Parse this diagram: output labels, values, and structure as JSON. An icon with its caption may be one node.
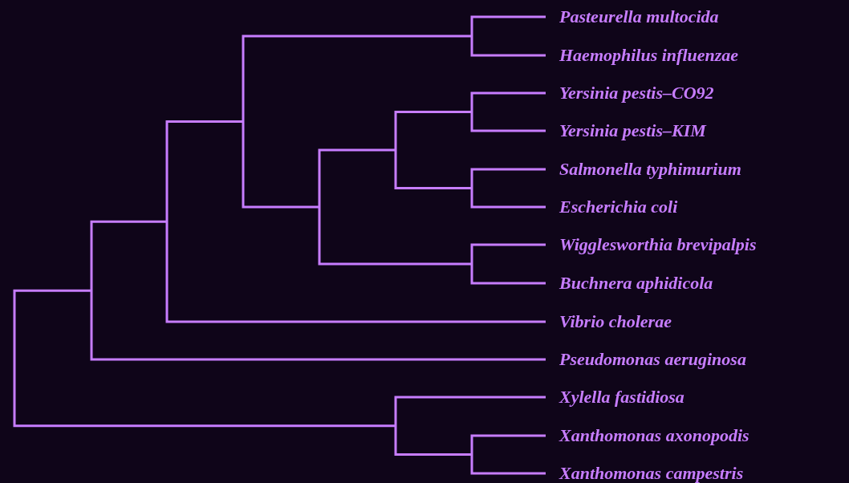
{
  "diagram": {
    "labels": [
      "Pasteurella multocida",
      "Haemophilus influenzae",
      "Yersinia pestis–CO92",
      "Yersinia pestis–KIM",
      "Salmonella typhimurium",
      "Escherichia coli",
      "Wigglesworthia brevipalpis",
      "Buchnera aphidicola",
      "Vibrio cholerae",
      "Pseudomonas aeruginosa",
      "Xylella fastidiosa",
      "Xanthomonas axonopodis",
      "Xanthomonas campestris"
    ]
  }
}
